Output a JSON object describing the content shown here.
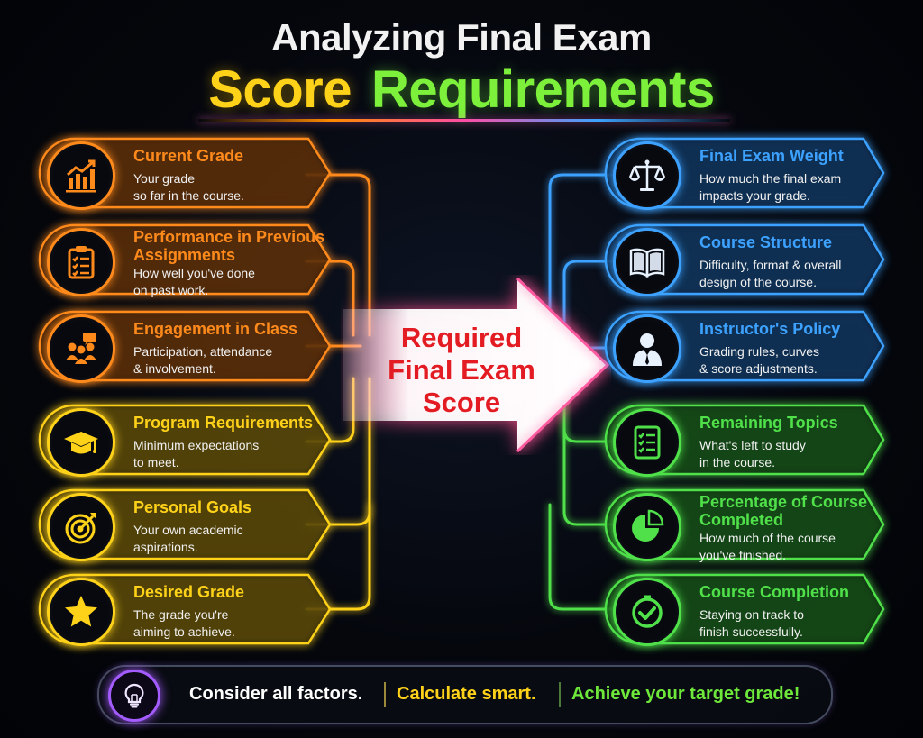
{
  "title": {
    "line1": "Analyzing Final Exam",
    "line2a": "Score",
    "line2b": "Requirements"
  },
  "center": {
    "label": "Required\nFinal Exam\nScore"
  },
  "left_factors": [
    {
      "title": "Current Grade",
      "desc": "Your grade\nso far in the course.",
      "icon": "chart-up-icon",
      "color": "#ff8a1c"
    },
    {
      "title": "Performance in Previous Assignments",
      "desc": "How well you've done\non past work.",
      "icon": "clipboard-checklist-icon",
      "color": "#ff8a1c"
    },
    {
      "title": "Engagement in Class",
      "desc": "Participation, attendance\n& involvement.",
      "icon": "group-discussion-icon",
      "color": "#ff8a1c"
    },
    {
      "title": "Program Requirements",
      "desc": "Minimum expectations\nto meet.",
      "icon": "graduation-cap-icon",
      "color": "#ffd21a"
    },
    {
      "title": "Personal Goals",
      "desc": "Your own academic\naspirations.",
      "icon": "target-icon",
      "color": "#ffd21a"
    },
    {
      "title": "Desired Grade",
      "desc": "The grade you're\naiming to achieve.",
      "icon": "star-icon",
      "color": "#ffd21a"
    }
  ],
  "right_factors": [
    {
      "title": "Final Exam Weight",
      "desc": "How much the final exam\nimpacts your grade.",
      "icon": "balance-scale-icon",
      "color": "#3da2ff"
    },
    {
      "title": "Course Structure",
      "desc": "Difficulty, format & overall\ndesign of the course.",
      "icon": "open-book-icon",
      "color": "#3da2ff"
    },
    {
      "title": "Instructor's Policy",
      "desc": "Grading rules, curves\n& score adjustments.",
      "icon": "instructor-icon",
      "color": "#3da2ff"
    },
    {
      "title": "Remaining Topics",
      "desc": "What's left to study\nin the course.",
      "icon": "checklist-icon",
      "color": "#4fe04a"
    },
    {
      "title": "Percentage of Course Completed",
      "desc": "How much of the course\nyou've finished.",
      "icon": "pie-chart-icon",
      "color": "#4fe04a"
    },
    {
      "title": "Course Completion",
      "desc": "Staying on track to\nfinish successfully.",
      "icon": "check-circle-icon",
      "color": "#4fe04a"
    }
  ],
  "footer": {
    "part1": "Consider all factors.",
    "part2": "Calculate smart.",
    "part3": "Achieve your target grade!",
    "icon": "lightbulb-icon",
    "icon_color": "#a45cff"
  }
}
